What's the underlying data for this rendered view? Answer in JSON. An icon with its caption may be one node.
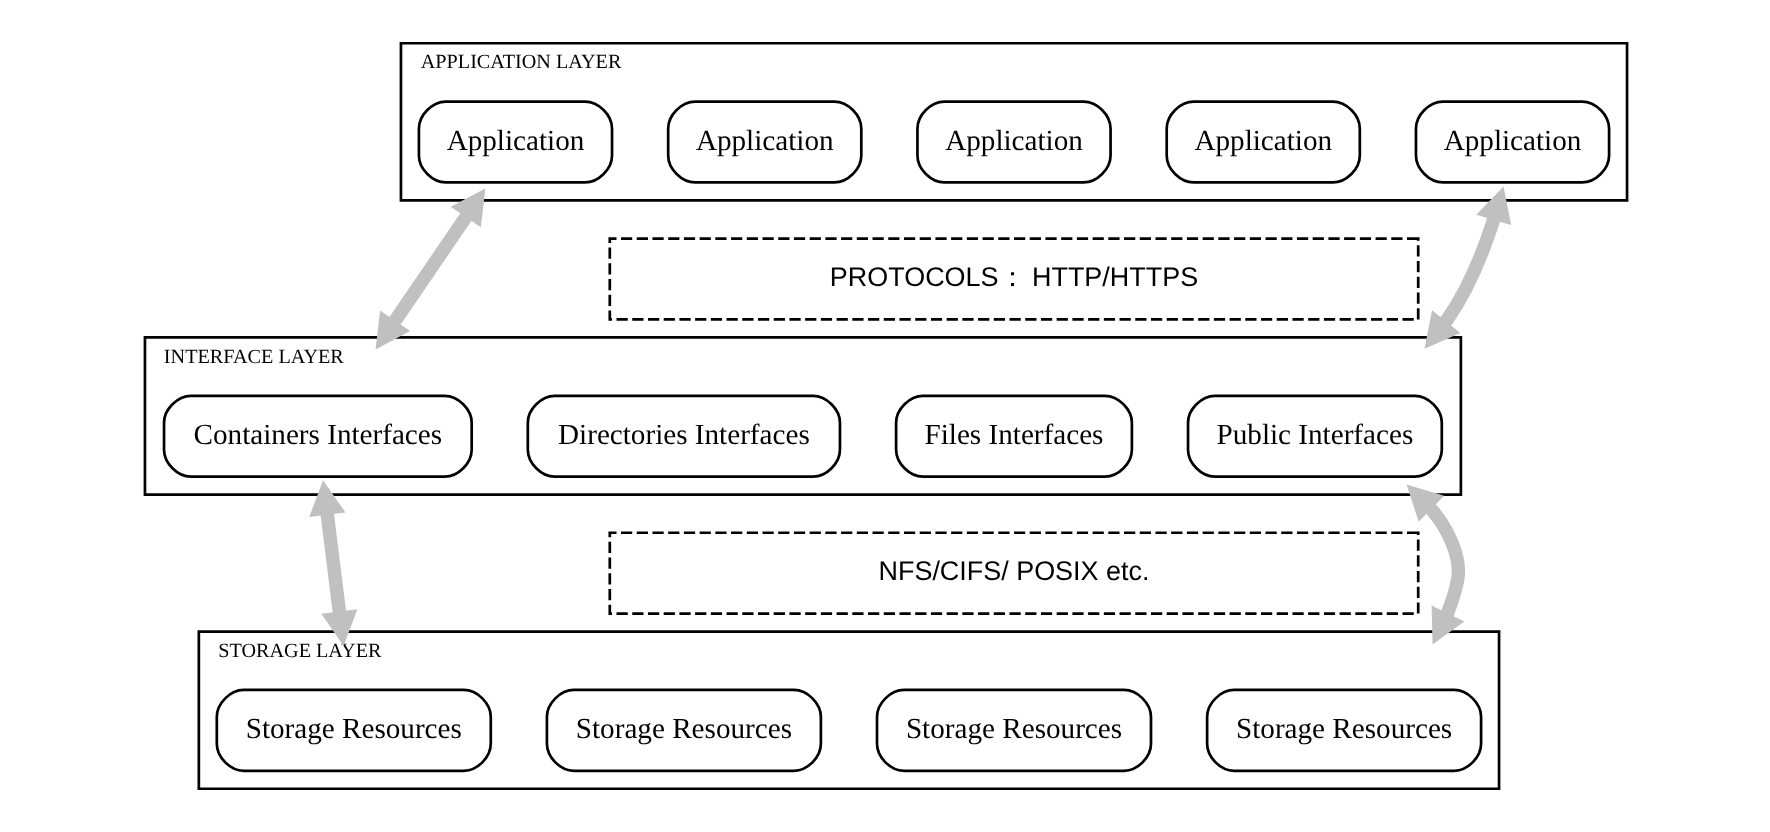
{
  "diagram": {
    "nodes": [
      {
        "text": [
          "APPLICATION LAYER"
        ]
      },
      {
        "text": [
          "Application"
        ],
        "in": 0
      },
      {
        "text": [
          "Application"
        ],
        "in": 0
      },
      {
        "text": [
          "Application"
        ],
        "in": 0
      },
      {
        "text": [
          "Application"
        ],
        "in": 0
      },
      {
        "text": [
          "Application"
        ],
        "in": 0
      },
      {
        "text": [
          "PROTOCOLS： HTTP/HTTPS"
        ]
      },
      {
        "text": [
          "INTERFACE LAYER"
        ]
      },
      {
        "text": [
          "Containers Interfaces"
        ],
        "in": 7
      },
      {
        "text": [
          "Directories Interfaces"
        ],
        "in": 7
      },
      {
        "text": [
          "Files Interfaces"
        ],
        "in": 7
      },
      {
        "text": [
          "Public Interfaces"
        ],
        "in": 7
      },
      {
        "text": [
          "NFS/CIFS/ POSIX etc."
        ]
      },
      {
        "text": [
          "STORAGE LAYER"
        ]
      },
      {
        "text": [
          "Storage Resources"
        ],
        "in": 13
      },
      {
        "text": [
          "Storage Resources"
        ],
        "in": 13
      },
      {
        "text": [
          "Storage Resources"
        ],
        "in": 13
      },
      {
        "text": [
          "Storage Resources"
        ],
        "in": 13
      }
    ],
    "edges": [
      {
        "from": 0,
        "to": 7,
        "arrow": "both"
      },
      {
        "from": 0,
        "to": 7,
        "arrow": "both"
      },
      {
        "from": 7,
        "to": 13,
        "arrow": "both"
      },
      {
        "from": 7,
        "to": 13,
        "arrow": "both"
      }
    ]
  }
}
